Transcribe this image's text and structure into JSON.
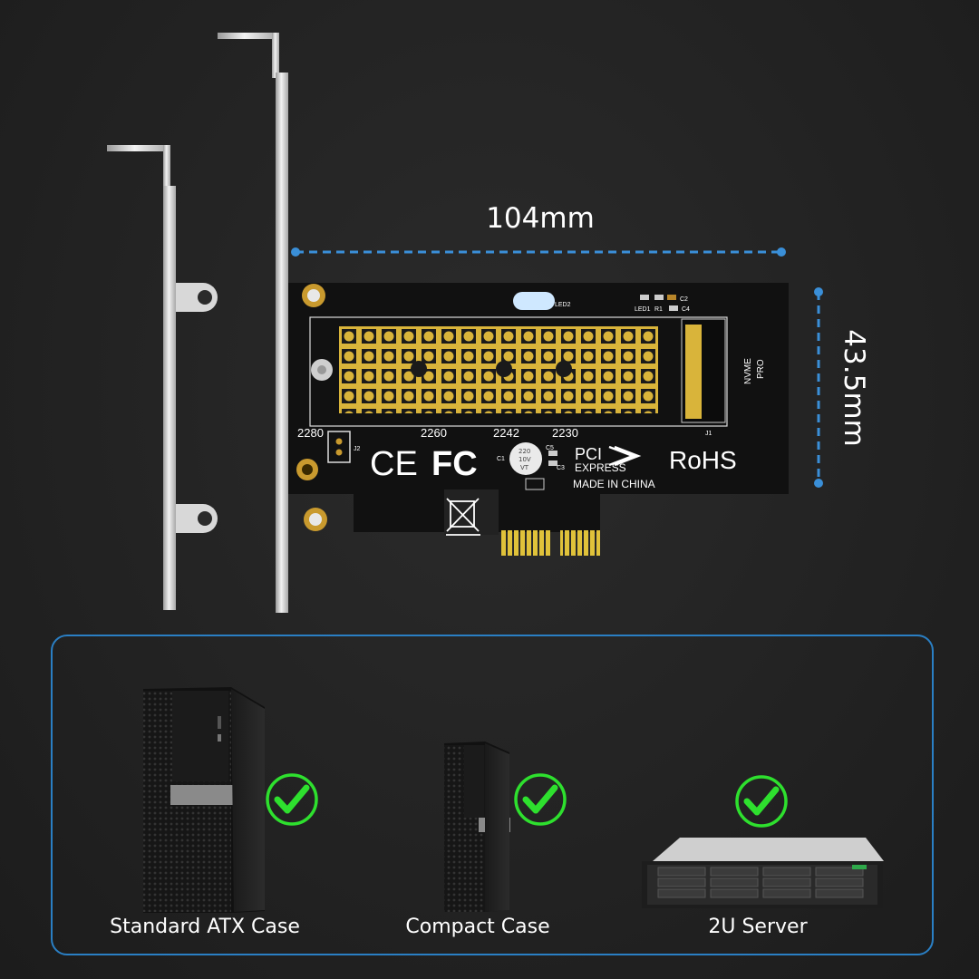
{
  "dimensions": {
    "width_label": "104mm",
    "height_label": "43.5mm",
    "line_color": "#3a8fd8"
  },
  "card": {
    "pcb_color": "#111111",
    "pad_color": "#d9b43a",
    "gold_finger_color": "#e0c23a",
    "size_marks": [
      "2280",
      "2260",
      "2242",
      "2230"
    ],
    "logos": {
      "ce": "CE",
      "fcc": "FC",
      "pci": "PCI",
      "express": "EXPRESS",
      "made_in": "MADE IN CHINA",
      "rohs": "RoHS",
      "nvme": "NVME",
      "pro": "PRO"
    },
    "silkscreen": {
      "led2": "LED2",
      "led1": "LED1",
      "r1": "R1",
      "c2": "C2",
      "c4": "C4",
      "c1": "C1",
      "c5": "C5",
      "c3": "C3",
      "j1": "J1",
      "j2": "J2",
      "cap_top": "220",
      "cap_mid": "10V",
      "cap_bot": "VT"
    }
  },
  "compatibility": {
    "border_color": "#2a7fc4",
    "check_color": "#2ee02e",
    "items": [
      {
        "label": "Standard ATX Case",
        "icon": "check-icon"
      },
      {
        "label": "Compact Case",
        "icon": "check-icon"
      },
      {
        "label": "2U Server",
        "icon": "check-icon"
      }
    ]
  }
}
